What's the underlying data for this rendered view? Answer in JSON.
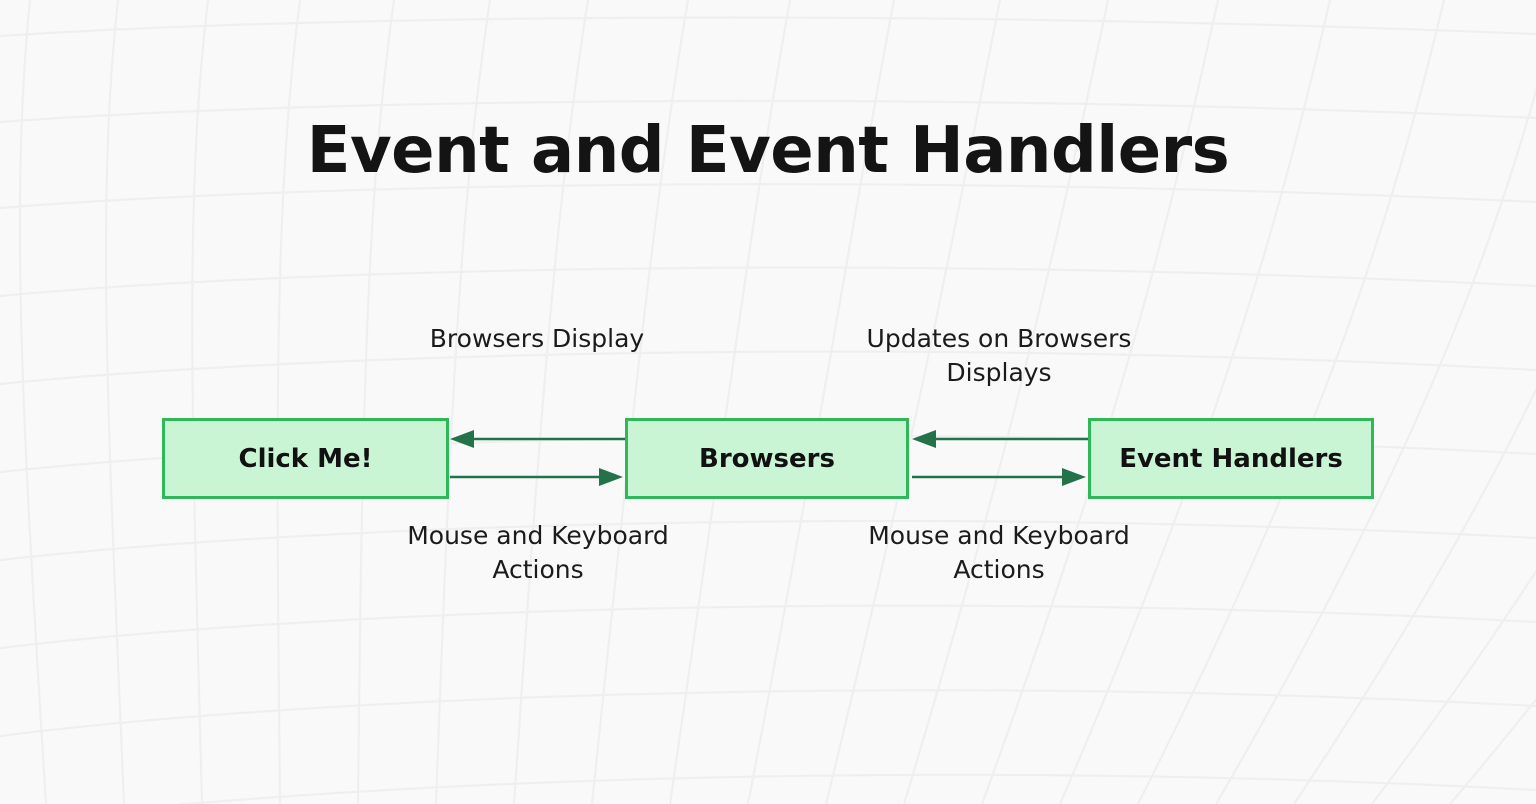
{
  "page": {
    "title": "Event and Event Handlers",
    "background_color": "#f9f9f9",
    "grid_color": "#efefef"
  },
  "theme": {
    "node_fill": "#c9f5d5",
    "node_border": "#2eb857",
    "arrow_color": "#23724a",
    "text_color": "#141414"
  },
  "diagram": {
    "type": "flow-diagram",
    "nodes": [
      {
        "id": "click-me",
        "label": "Click Me!"
      },
      {
        "id": "browsers",
        "label": "Browsers"
      },
      {
        "id": "event-handlers",
        "label": "Event Handlers"
      }
    ],
    "edges": [
      {
        "id": "browsers-to-click-me",
        "from": "browsers",
        "to": "click-me",
        "direction": "left",
        "label": "Browsers Display",
        "label_position": "above"
      },
      {
        "id": "click-me-to-browsers",
        "from": "click-me",
        "to": "browsers",
        "direction": "right",
        "label": "Mouse and Keyboard Actions",
        "label_position": "below"
      },
      {
        "id": "event-handlers-to-browsers",
        "from": "event-handlers",
        "to": "browsers",
        "direction": "left",
        "label": "Updates on Browsers Displays",
        "label_position": "above"
      },
      {
        "id": "browsers-to-event-handlers",
        "from": "browsers",
        "to": "event-handlers",
        "direction": "right",
        "label": "Mouse and Keyboard Actions",
        "label_position": "below"
      }
    ]
  },
  "labels": {
    "browsers_display": "Browsers Display",
    "updates_on_browsers_displays": "Updates on Browsers\nDisplays",
    "updates_line1": "Updates on Browsers",
    "updates_line2": "Displays",
    "mouse_keyboard_line1": "Mouse and Keyboard",
    "mouse_keyboard_line2": "Actions"
  }
}
